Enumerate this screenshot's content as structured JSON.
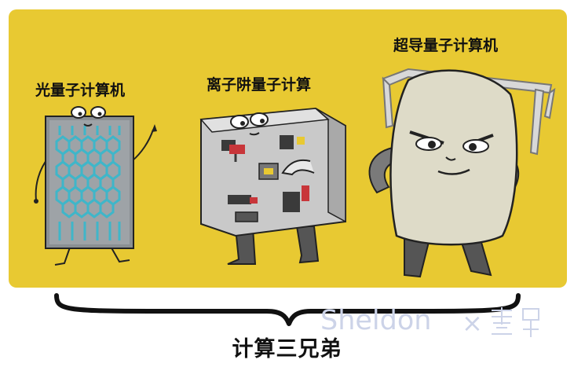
{
  "background_color": "#e8c932",
  "labels": {
    "photonic": "光量子计算机",
    "ion_trap": "离子阱量子计算",
    "superconducting": "超导量子计算机"
  },
  "caption": "计算三兄弟",
  "watermark": {
    "text": "Sheldon",
    "separator": "×",
    "logo_icon": "stylized-chinese-character-logo"
  }
}
